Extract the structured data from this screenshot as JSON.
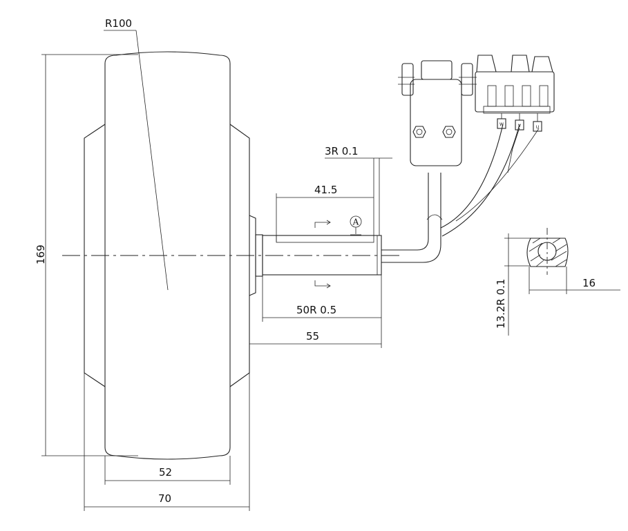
{
  "dimensions": {
    "radius": "R100",
    "overall_height": "169",
    "tire_width": "52",
    "hub_width": "70",
    "key_height": "3R  0.1",
    "key_length": "41.5",
    "shaft_length": "50R  0.5",
    "shaft_total": "55",
    "shaft_diameter": "16",
    "flat_height": "13.2R  0.1"
  },
  "datum_label": "A",
  "connector_pins": [
    "W",
    "V",
    "U"
  ]
}
